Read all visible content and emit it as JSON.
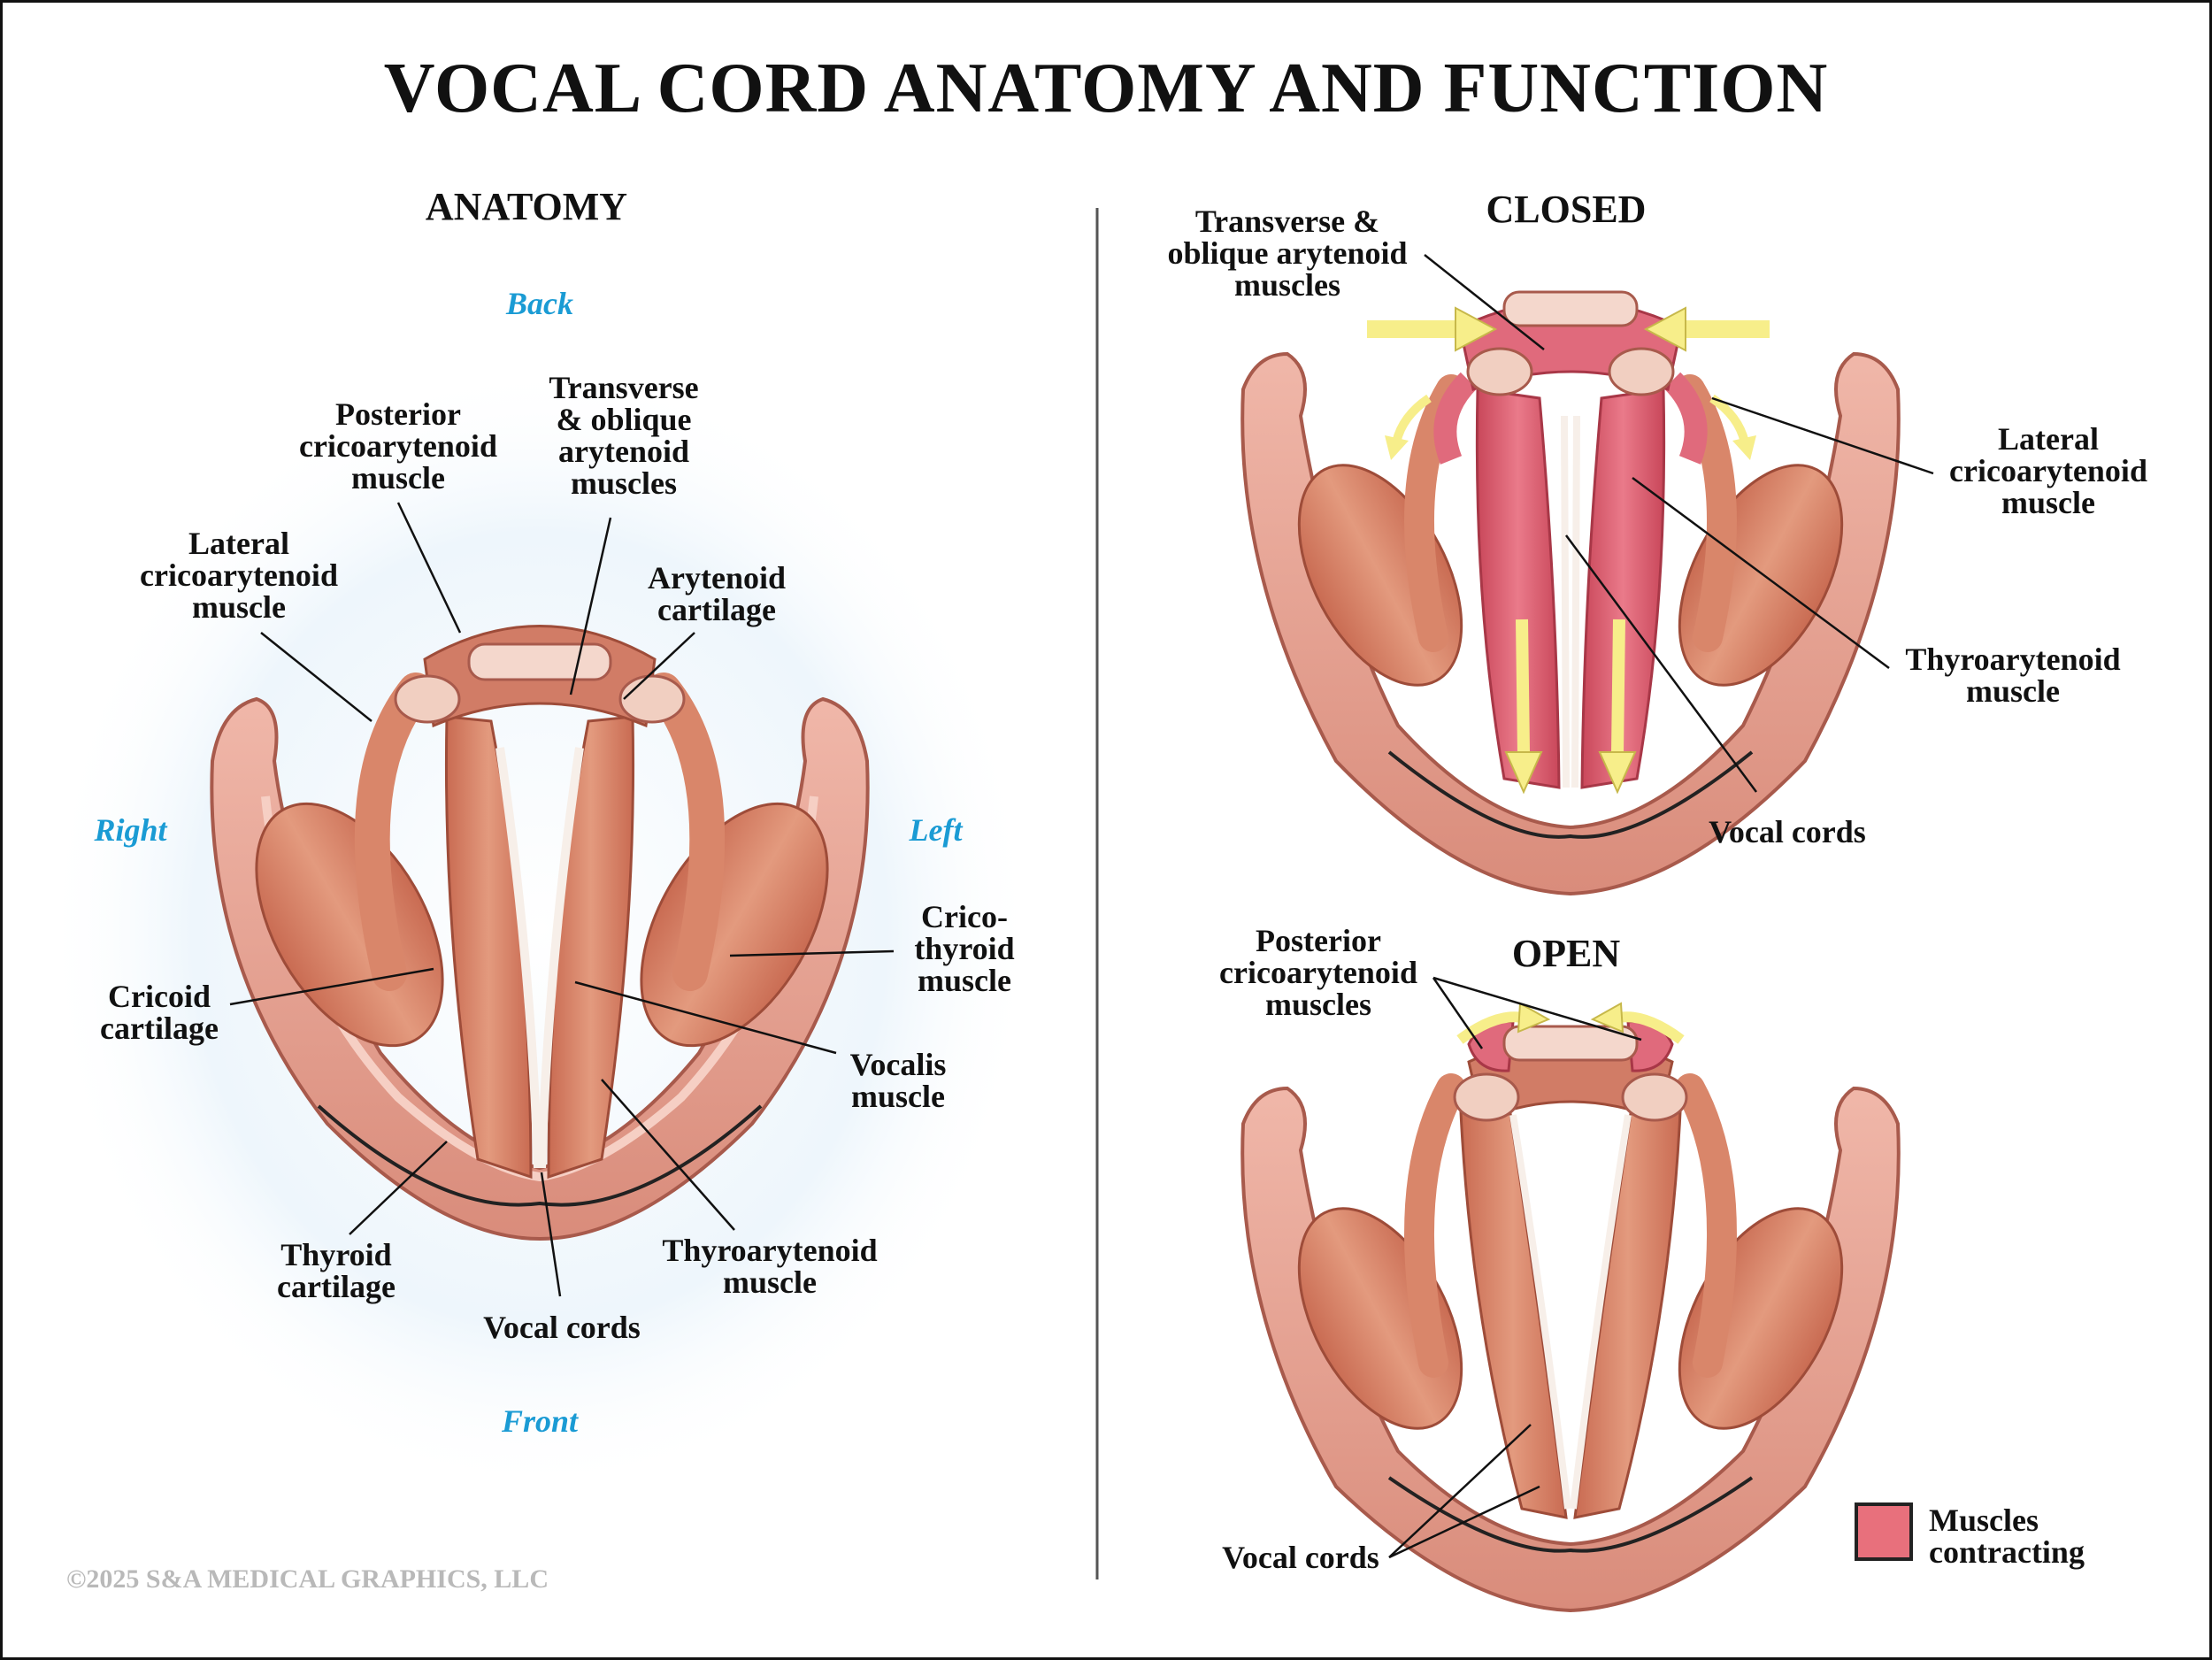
{
  "title": "VOCAL CORD ANATOMY AND FUNCTION",
  "panels": {
    "anatomy": {
      "heading": "ANATOMY",
      "directions": {
        "back": "Back",
        "front": "Front",
        "right": "Right",
        "left": "Left"
      },
      "labels": {
        "posterior_crico": "Posterior\ncricoarytenoid\nmuscle",
        "transverse_oblique": "Transverse\n& oblique\narytenoid\nmuscles",
        "lateral_crico": "Lateral\ncricoarytenoid\nmuscle",
        "arytenoid_cartilage": "Arytenoid\ncartilage",
        "cricothyroid": "Crico-\nthyroid\nmuscle",
        "cricoid_cartilage": "Cricoid\ncartilage",
        "vocalis": "Vocalis\nmuscle",
        "thyroid_cartilage": "Thyroid\ncartilage",
        "thyroarytenoid": "Thyroarytenoid\nmuscle",
        "vocal_cords": "Vocal cords"
      }
    },
    "closed": {
      "heading": "CLOSED",
      "labels": {
        "transverse_oblique": "Transverse &\noblique arytenoid\nmuscles",
        "lateral_crico": "Lateral\ncricoarytenoid\nmuscle",
        "thyroarytenoid": "Thyroarytenoid\nmuscle",
        "vocal_cords": "Vocal cords"
      }
    },
    "open": {
      "heading": "OPEN",
      "labels": {
        "posterior_crico": "Posterior\ncricoarytenoid\nmuscles",
        "vocal_cords": "Vocal cords"
      }
    }
  },
  "legend": {
    "label": "Muscles\ncontracting",
    "color": "#e8707c"
  },
  "copyright": "©2025 S&A MEDICAL GRAPHICS, LLC",
  "colors": {
    "cartilage": "#e7a596",
    "cartilage_edge": "#b06354",
    "muscle": "#d9866a",
    "muscle_dark": "#b85e45",
    "contracting": "#e06a7c",
    "arrow": "#f7ee8a",
    "direction_text": "#1a9bd4"
  }
}
